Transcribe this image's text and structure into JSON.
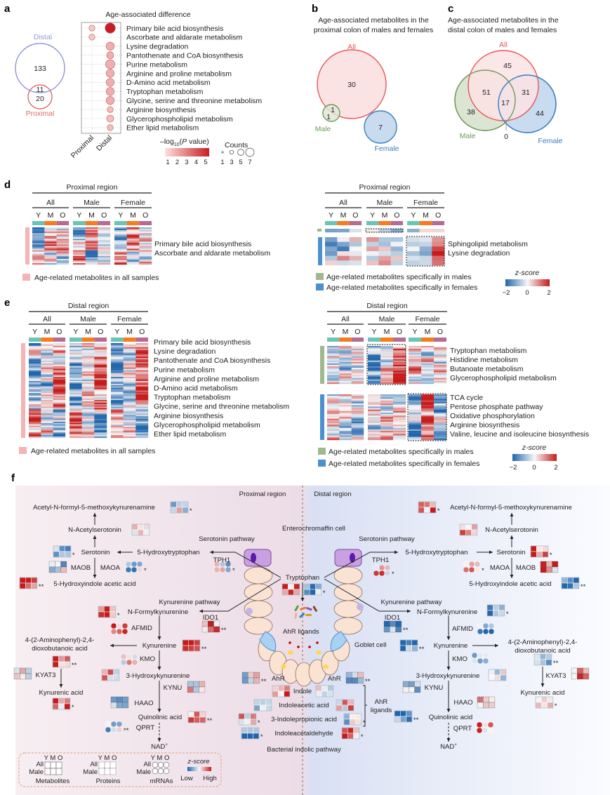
{
  "colors": {
    "young": "#6cc4b6",
    "middle": "#f57c1f",
    "old": "#b66b92",
    "all_samples": "#f4b3b5",
    "male_specific": "#9fb88e",
    "female_specific": "#4b90cf",
    "venn_all": "#e8555b",
    "venn_male": "#6f9a5a",
    "venn_female": "#3a7fc0",
    "venn_distal": "#8e98d2",
    "venn_proximal": "#e06a6a",
    "zscore_low": "#2166ac",
    "zscore_mid": "#f7f7f7",
    "zscore_high": "#c51b1b",
    "proximal_bg": "#f1e4ec",
    "distal_bg": "#dfe5f4"
  },
  "panel_a": {
    "label": "a",
    "venn": {
      "distal_label": "Distal",
      "proximal_label": "Proximal",
      "distal_only": "133",
      "overlap": "11",
      "proximal_only": "20"
    },
    "dotplot": {
      "title": "Age-associated difference",
      "regions": [
        "Proximal",
        "Distal"
      ],
      "pathways": [
        "Primary bile acid biosynthesis",
        "Ascorbate and aldarate metabolism",
        "Lysine degradation",
        "Pantothenate and CoA biosynthesis",
        "Purine metabolism",
        "Arginine and proline metabolism",
        "D-Amino acid metabolism",
        "Tryptophan metabolism",
        "Glycine, serine and threonine metabolism",
        "Arginine biosynthesis",
        "Glycerophospholipid metabolism",
        "Ether lipid metabolism"
      ],
      "points": [
        {
          "pathway": 0,
          "region": "Proximal",
          "neg_log10_p": 1.5,
          "count": 3
        },
        {
          "pathway": 0,
          "region": "Distal",
          "neg_log10_p": 5,
          "count": 7
        },
        {
          "pathway": 1,
          "region": "Proximal",
          "neg_log10_p": 1.5,
          "count": 3
        },
        {
          "pathway": 2,
          "region": "Distal",
          "neg_log10_p": 2,
          "count": 5
        },
        {
          "pathway": 3,
          "region": "Distal",
          "neg_log10_p": 2,
          "count": 4
        },
        {
          "pathway": 4,
          "region": "Distal",
          "neg_log10_p": 2,
          "count": 6
        },
        {
          "pathway": 5,
          "region": "Distal",
          "neg_log10_p": 2,
          "count": 5
        },
        {
          "pathway": 6,
          "region": "Distal",
          "neg_log10_p": 2,
          "count": 5
        },
        {
          "pathway": 7,
          "region": "Distal",
          "neg_log10_p": 2,
          "count": 5
        },
        {
          "pathway": 8,
          "region": "Distal",
          "neg_log10_p": 2,
          "count": 5
        },
        {
          "pathway": 9,
          "region": "Distal",
          "neg_log10_p": 1.7,
          "count": 3
        },
        {
          "pathway": 10,
          "region": "Distal",
          "neg_log10_p": 1.7,
          "count": 4
        },
        {
          "pathway": 11,
          "region": "Distal",
          "neg_log10_p": 1.7,
          "count": 3
        }
      ],
      "legend": {
        "pvalue_prefix": "–log",
        "pvalue_sub": "10",
        "pvalue_open": "(",
        "pvalue_italic": "P",
        "pvalue_suffix": " value)",
        "pvalue_ticks": [
          "1",
          "2",
          "3",
          "4",
          "5"
        ],
        "counts_title": "Counts",
        "counts_ticks": [
          "1",
          "3",
          "5",
          "7"
        ]
      }
    }
  },
  "panel_b": {
    "label": "b",
    "title_lines": [
      "Age-associated metabolites in the",
      "proximal colon of males and females"
    ],
    "sets": {
      "all": "All",
      "male": "Male",
      "female": "Female"
    },
    "values": {
      "all_only": "30",
      "all_and_male": "1",
      "male_only": "1",
      "female_only": "7"
    }
  },
  "panel_c": {
    "label": "c",
    "title_lines": [
      "Age-associated metabolites in the",
      "distal colon of males and females"
    ],
    "sets": {
      "all": "All",
      "male": "Male",
      "female": "Female"
    },
    "values": {
      "all_only": "45",
      "all_and_male": "51",
      "all_and_female": "31",
      "male_only": "38",
      "all_male_female": "17",
      "female_only": "44",
      "male_and_female": "0"
    }
  },
  "panel_d": {
    "label": "d",
    "left": {
      "title": "Proximal region",
      "groups": [
        "All",
        "Male",
        "Female"
      ],
      "ages": [
        "Y",
        "M",
        "O"
      ],
      "pathways": [
        "Primary bile acid biosynthesis",
        "Ascorbate and aldarate metabolism"
      ],
      "legend": "Age-related metabolites in all samples"
    },
    "right": {
      "title": "Proximal region",
      "groups": [
        "All",
        "Male",
        "Female"
      ],
      "ages": [
        "Y",
        "M",
        "O"
      ],
      "pathways": [
        "Sphingolipid metabolism",
        "Lysine degradation"
      ],
      "legend_male": "Age-related metabolites specifically in males",
      "legend_female": "Age-related metabolites specifically in females"
    },
    "zscore": {
      "title": "z-score",
      "ticks": [
        "−2",
        "0",
        "2"
      ]
    }
  },
  "panel_e": {
    "label": "e",
    "left": {
      "title": "Distal region",
      "groups": [
        "All",
        "Male",
        "Female"
      ],
      "ages": [
        "Y",
        "M",
        "O"
      ],
      "pathways": [
        "Primary bile acid biosynthesis",
        "Lysine degradation",
        "Pantothenate and CoA biosynthesis",
        "Purine metabolism",
        "Arginine and proline metabolism",
        "D-Amino acid metabolism",
        "Tryptophan metabolism",
        "Glycine, serine and threonine metabolism",
        "Arginine biosynthesis",
        "Glycerophospholipid metabolism",
        "Ether lipid metabolism"
      ],
      "legend": "Age-related metabolites in all samples"
    },
    "right": {
      "title": "Distal region",
      "groups": [
        "All",
        "Male",
        "Female"
      ],
      "ages": [
        "Y",
        "M",
        "O"
      ],
      "male_pathways": [
        "Tryptophan metabolism",
        "Histidine metabolism",
        "Butanoate metabolism",
        "Glycerophospholipid metabolism"
      ],
      "female_pathways": [
        "TCA cycle",
        "Pentose phosphate pathway",
        "Oxidative phosphorylation",
        "Arginine biosynthesis",
        "Valine, leucine and isoleucine biosynthesis"
      ],
      "legend_male": "Age-related metabolites specifically in males",
      "legend_female": "Age-related metabolites specifically in females"
    },
    "zscore": {
      "title": "z-score",
      "ticks": [
        "−2",
        "0",
        "2"
      ]
    }
  },
  "panel_f": {
    "label": "f",
    "proximal_title": "Proximal region",
    "distal_title": "Distal region",
    "center": {
      "enterochromaffin": "Enterochromaffin cell",
      "tryptophan": "Tryptophan",
      "ahr_ligands": "AhR ligands",
      "goblet": "Goblet cell",
      "ahr_left": "AhR",
      "ahr_right": "AhR",
      "indole": "Indole",
      "indoleacetic": "Indoleacetic acid",
      "indolepropionic": "3-Indolepropionic acid",
      "indoleacetaldehyde": "Indoleacetaldehyde",
      "ahr_ligands_bracket_1": "AhR",
      "ahr_ligands_bracket_2": "ligands",
      "bacterial": "Bacterial indolic pathway"
    },
    "left": {
      "acetyl": "Acetyl-N-formyl-5-methoxykynurenamine",
      "nacetylserotonin": "N-Acetylserotonin",
      "serotonin": "Serotonin",
      "htp": "5-Hydroxytryptophan",
      "serotonin_pathway": "Serotonin pathway",
      "tph1": "TPH1",
      "maob": "MAOB",
      "maoa": "MAOA",
      "hiaa": "5-Hydroxyindole acetic acid",
      "kyn_pathway": "Kynurenine pathway",
      "nfk": "N-Formylkynurenine",
      "ido1": "IDO1",
      "afmid": "AFMID",
      "aminophenyl_1": "4-(2-Aminophenyl)-2,4-",
      "aminophenyl_2": "dioxobutanoic acid",
      "kynurenine": "Kynurenine",
      "kmo": "KMO",
      "kyat3": "KYAT3",
      "hk": "3-Hydroxykynurenine",
      "kynu": "KYNU",
      "kynurenic": "Kynurenic acid",
      "haao": "HAAO",
      "quinolinic": "Quinolinic acid",
      "qprt": "QPRT",
      "nad": "NAD",
      "nad_sup": "+"
    },
    "right": {
      "acetyl": "Acetyl-N-formyl-5-methoxykynurenamine",
      "nacetylserotonin": "N-Acetylserotonin",
      "serotonin": "Serotonin",
      "htp": "5-Hydroxytryptophan",
      "serotonin_pathway": "Serotonin pathway",
      "tph1": "TPH1",
      "maoa": "MAOA",
      "maob": "MAOB",
      "hiaa": "5-Hydroxyindole acetic acid",
      "kyn_pathway": "Kynurenine pathway",
      "nfk": "N-Formylkynurenine",
      "ido1": "IDO1",
      "afmid": "AFMID",
      "kynurenine": "Kynurenine",
      "aminophenyl_1": "4-(2-Aminophenyl)-2,4-",
      "aminophenyl_2": "dioxobutanoic acid",
      "kmo": "KMO",
      "hk": "3-Hydroxykynurenine",
      "kyat3": "KYAT3",
      "kynu": "KYNU",
      "kynurenic": "Kynurenic acid",
      "haao": "HAAO",
      "quinolinic": "Quinolinic acid",
      "qprt": "QPRT",
      "nad": "NAD",
      "nad_sup": "+"
    },
    "legend": {
      "ages": "Y M O",
      "all": "All",
      "male": "Male",
      "metabolites": "Metabolites",
      "proteins": "Proteins",
      "mrnas": "mRNAs",
      "zscore": "z-score",
      "low": "Low",
      "high": "High"
    },
    "significance": {
      "single": "*",
      "double": "**"
    }
  }
}
